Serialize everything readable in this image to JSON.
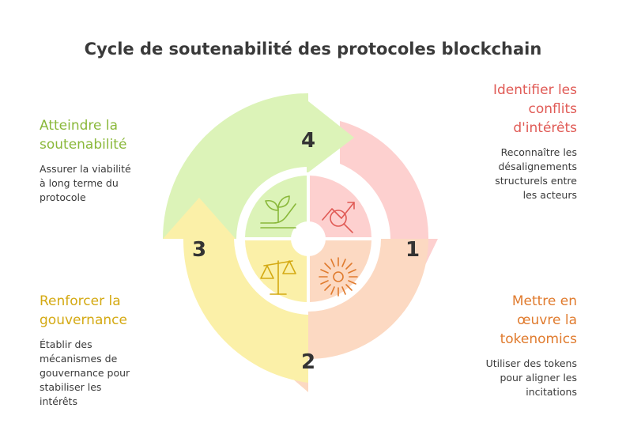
{
  "title": "Cycle de soutenabilité des protocoles blockchain",
  "steps": [
    {
      "number": "1",
      "heading_lines": [
        "Identifier les",
        "conflits",
        "d'intérêts"
      ],
      "desc_lines": [
        "Reconnaître les",
        "désalignements",
        "structurels entre",
        "les acteurs"
      ],
      "color": "#e05a55",
      "fill": "#fdd0cf",
      "icon": "chart-search-icon"
    },
    {
      "number": "2",
      "heading_lines": [
        "Mettre en",
        "œuvre la",
        "tokenomics"
      ],
      "desc_lines": [
        "Utiliser des tokens",
        "pour aligner les",
        "incitations"
      ],
      "color": "#e07b2e",
      "fill": "#fcd9c2",
      "icon": "starburst-icon"
    },
    {
      "number": "3",
      "heading_lines": [
        "Renforcer la",
        "gouvernance"
      ],
      "desc_lines": [
        "Établir des",
        "mécanismes de",
        "gouvernance pour",
        "stabiliser les",
        "intérêts"
      ],
      "color": "#d4a912",
      "fill": "#fbf0a8",
      "icon": "balance-scale-icon"
    },
    {
      "number": "4",
      "heading_lines": [
        "Atteindre la",
        "soutenabilité"
      ],
      "desc_lines": [
        "Assurer la viabilité",
        "à long terme du",
        "protocole"
      ],
      "color": "#8ab83a",
      "fill": "#dcf3b8",
      "icon": "plant-growth-icon"
    }
  ]
}
